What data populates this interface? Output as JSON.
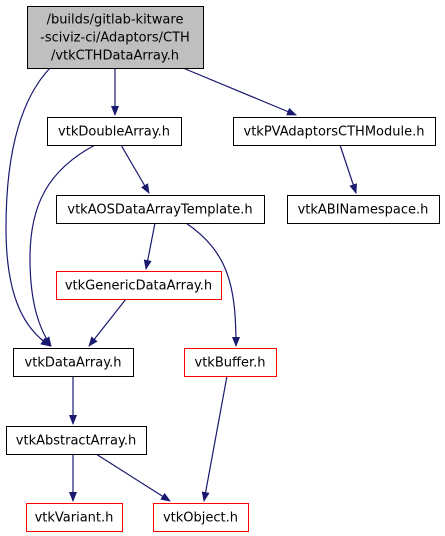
{
  "colors": {
    "edge": "#191970",
    "root_fill": "#bfbfbf",
    "root_border": "#000000",
    "normal_border": "#000000",
    "truncated_border": "#ff0000",
    "background": "#ffffff"
  },
  "nodes": [
    {
      "id": "root",
      "lines": [
        "/builds/gitlab-kitware",
        "-sciviz-ci/Adaptors/CTH",
        "/vtkCTHDataArray.h"
      ],
      "style": "root"
    },
    {
      "id": "vtkDoubleArray",
      "lines": [
        "vtkDoubleArray.h"
      ],
      "style": "normal"
    },
    {
      "id": "vtkPVAdaptorsCTHModule",
      "lines": [
        "vtkPVAdaptorsCTHModule.h"
      ],
      "style": "normal"
    },
    {
      "id": "vtkAOSDataArrayTemplate",
      "lines": [
        "vtkAOSDataArrayTemplate.h"
      ],
      "style": "normal"
    },
    {
      "id": "vtkABINamespace",
      "lines": [
        "vtkABINamespace.h"
      ],
      "style": "normal"
    },
    {
      "id": "vtkGenericDataArray",
      "lines": [
        "vtkGenericDataArray.h"
      ],
      "style": "truncated"
    },
    {
      "id": "vtkDataArray",
      "lines": [
        "vtkDataArray.h"
      ],
      "style": "normal"
    },
    {
      "id": "vtkBuffer",
      "lines": [
        "vtkBuffer.h"
      ],
      "style": "truncated"
    },
    {
      "id": "vtkAbstractArray",
      "lines": [
        "vtkAbstractArray.h"
      ],
      "style": "normal"
    },
    {
      "id": "vtkVariant",
      "lines": [
        "vtkVariant.h"
      ],
      "style": "truncated"
    },
    {
      "id": "vtkObject",
      "lines": [
        "vtkObject.h"
      ],
      "style": "truncated"
    }
  ],
  "edges": [
    {
      "from": "root",
      "to": "vtkDoubleArray"
    },
    {
      "from": "root",
      "to": "vtkPVAdaptorsCTHModule"
    },
    {
      "from": "root",
      "to": "vtkDataArray"
    },
    {
      "from": "vtkDoubleArray",
      "to": "vtkAOSDataArrayTemplate"
    },
    {
      "from": "vtkDoubleArray",
      "to": "vtkDataArray"
    },
    {
      "from": "vtkPVAdaptorsCTHModule",
      "to": "vtkABINamespace"
    },
    {
      "from": "vtkAOSDataArrayTemplate",
      "to": "vtkGenericDataArray"
    },
    {
      "from": "vtkAOSDataArrayTemplate",
      "to": "vtkBuffer"
    },
    {
      "from": "vtkGenericDataArray",
      "to": "vtkDataArray"
    },
    {
      "from": "vtkDataArray",
      "to": "vtkAbstractArray"
    },
    {
      "from": "vtkAbstractArray",
      "to": "vtkVariant"
    },
    {
      "from": "vtkAbstractArray",
      "to": "vtkObject"
    },
    {
      "from": "vtkBuffer",
      "to": "vtkObject"
    }
  ]
}
